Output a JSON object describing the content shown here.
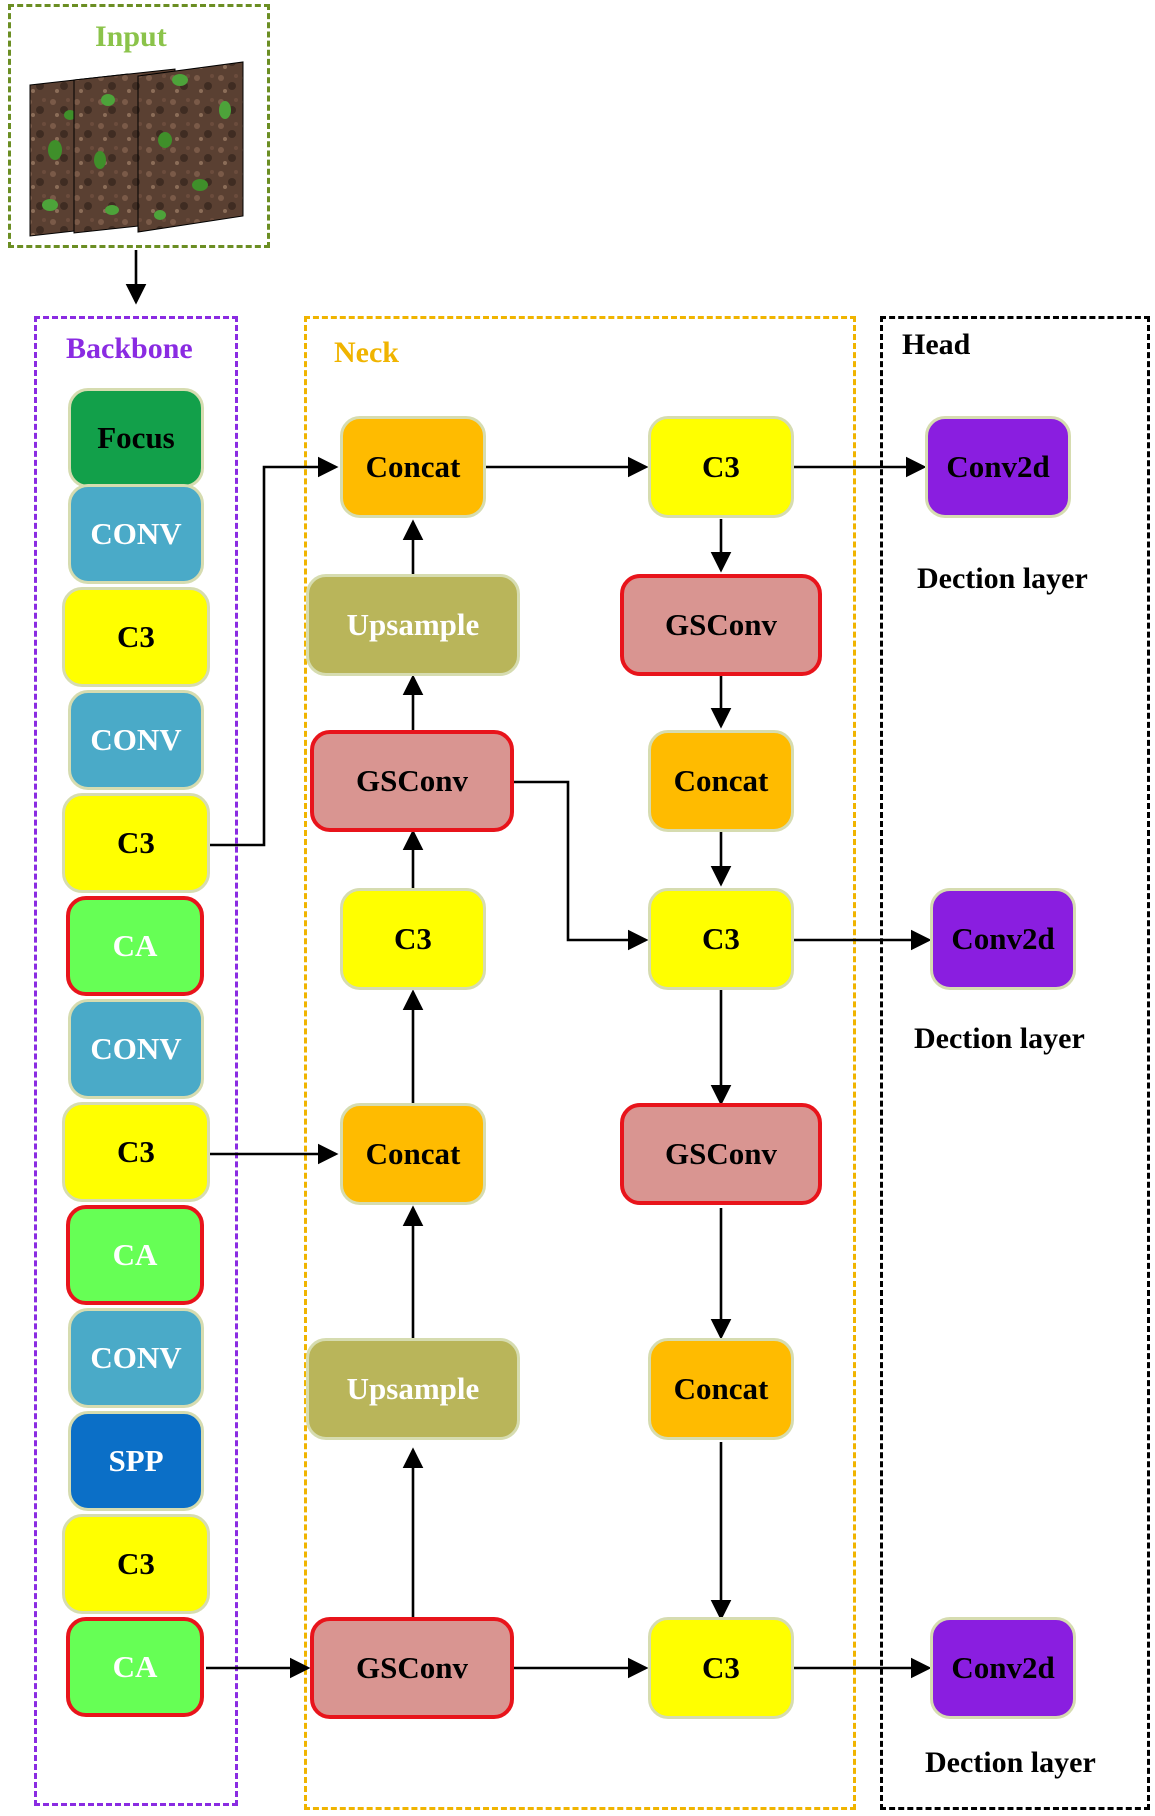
{
  "input": {
    "title": "Input",
    "title_color": "#8bc34a",
    "border_color": "#6b8e23"
  },
  "backbone": {
    "title": "Backbone",
    "color": "#8a2be2",
    "blocks": [
      {
        "label": "Focus",
        "fill": "#12a04a",
        "text": "#000000"
      },
      {
        "label": "CONV",
        "fill": "#4aaac8",
        "text": "#ffffff"
      },
      {
        "label": "C3",
        "fill": "#ffff00",
        "text": "#000000"
      },
      {
        "label": "CONV",
        "fill": "#4aaac8",
        "text": "#ffffff"
      },
      {
        "label": "C3",
        "fill": "#ffff00",
        "text": "#000000"
      },
      {
        "label": "CA",
        "fill": "#66ff55",
        "text": "#ffffff"
      },
      {
        "label": "CONV",
        "fill": "#4aaac8",
        "text": "#ffffff"
      },
      {
        "label": "C3",
        "fill": "#ffff00",
        "text": "#000000"
      },
      {
        "label": "CA",
        "fill": "#66ff55",
        "text": "#ffffff"
      },
      {
        "label": "CONV",
        "fill": "#4aaac8",
        "text": "#ffffff"
      },
      {
        "label": "SPP",
        "fill": "#0b6fc7",
        "text": "#ffffff"
      },
      {
        "label": "C3",
        "fill": "#ffff00",
        "text": "#000000"
      },
      {
        "label": "CA",
        "fill": "#66ff55",
        "text": "#ffffff"
      }
    ]
  },
  "neck": {
    "title": "Neck",
    "color": "#f0b400",
    "left_column": [
      {
        "label": "Concat",
        "fill": "#ffbb00",
        "text": "#000000"
      },
      {
        "label": "Upsample",
        "fill": "#b9b55a",
        "text": "#ffffff"
      },
      {
        "label": "GSConv",
        "fill": "#d99591",
        "text": "#000000"
      },
      {
        "label": "C3",
        "fill": "#ffff00",
        "text": "#000000"
      },
      {
        "label": "Concat",
        "fill": "#ffbb00",
        "text": "#000000"
      },
      {
        "label": "Upsample",
        "fill": "#b9b55a",
        "text": "#ffffff"
      },
      {
        "label": "GSConv",
        "fill": "#d99591",
        "text": "#000000"
      }
    ],
    "right_column": [
      {
        "label": "C3",
        "fill": "#ffff00",
        "text": "#000000"
      },
      {
        "label": "GSConv",
        "fill": "#d99591",
        "text": "#000000"
      },
      {
        "label": "Concat",
        "fill": "#ffbb00",
        "text": "#000000"
      },
      {
        "label": "C3",
        "fill": "#ffff00",
        "text": "#000000"
      },
      {
        "label": "GSConv",
        "fill": "#d99591",
        "text": "#000000"
      },
      {
        "label": "Concat",
        "fill": "#ffbb00",
        "text": "#000000"
      },
      {
        "label": "C3",
        "fill": "#ffff00",
        "text": "#000000"
      }
    ]
  },
  "head": {
    "title": "Head",
    "color": "#000000",
    "outputs": [
      {
        "label": "Conv2d",
        "fill": "#8a1ee0",
        "text": "#000000",
        "caption": "Dection layer"
      },
      {
        "label": "Conv2d",
        "fill": "#8a1ee0",
        "text": "#000000",
        "caption": "Dection layer"
      },
      {
        "label": "Conv2d",
        "fill": "#8a1ee0",
        "text": "#000000",
        "caption": "Dection layer"
      }
    ]
  }
}
